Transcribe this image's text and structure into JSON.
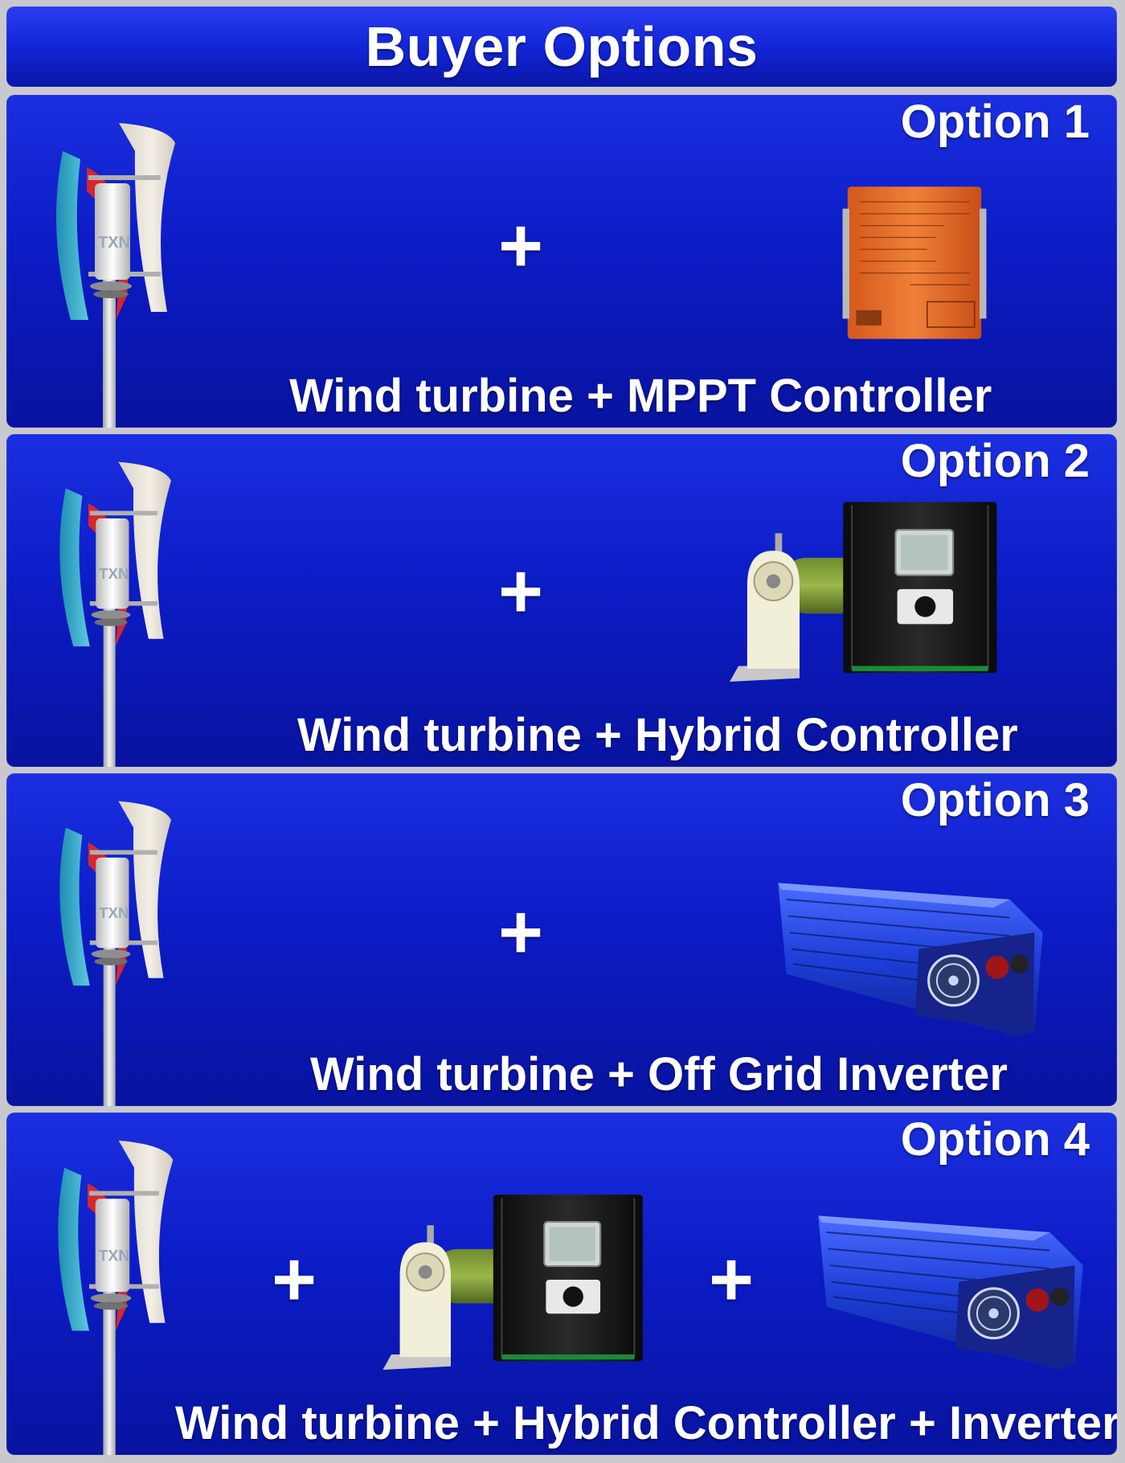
{
  "header": {
    "title": "Buyer Options"
  },
  "options": [
    {
      "label": "Option 1",
      "caption": "Wind turbine + MPPT Controller",
      "plus": "+"
    },
    {
      "label": "Option 2",
      "caption": "Wind turbine + Hybrid Controller",
      "plus": "+"
    },
    {
      "label": "Option 3",
      "caption": "Wind turbine + Off Grid Inverter",
      "plus": "+"
    },
    {
      "label": "Option 4",
      "caption": "Wind turbine + Hybrid Controller + Inverter",
      "plus": "+",
      "plus2": "+"
    }
  ],
  "colors": {
    "band_top": "#1b2fe0",
    "band_bottom": "#08139f",
    "separator": "#c9c9cd",
    "text": "#ffffff",
    "controller_orange": "#e8702a",
    "inverter_blue": "#1d3fd8"
  },
  "icons": [
    "vertical-wind-turbine-icon",
    "mppt-controller-icon",
    "hybrid-controller-icon",
    "dump-load-resistor-icon",
    "off-grid-inverter-icon"
  ]
}
